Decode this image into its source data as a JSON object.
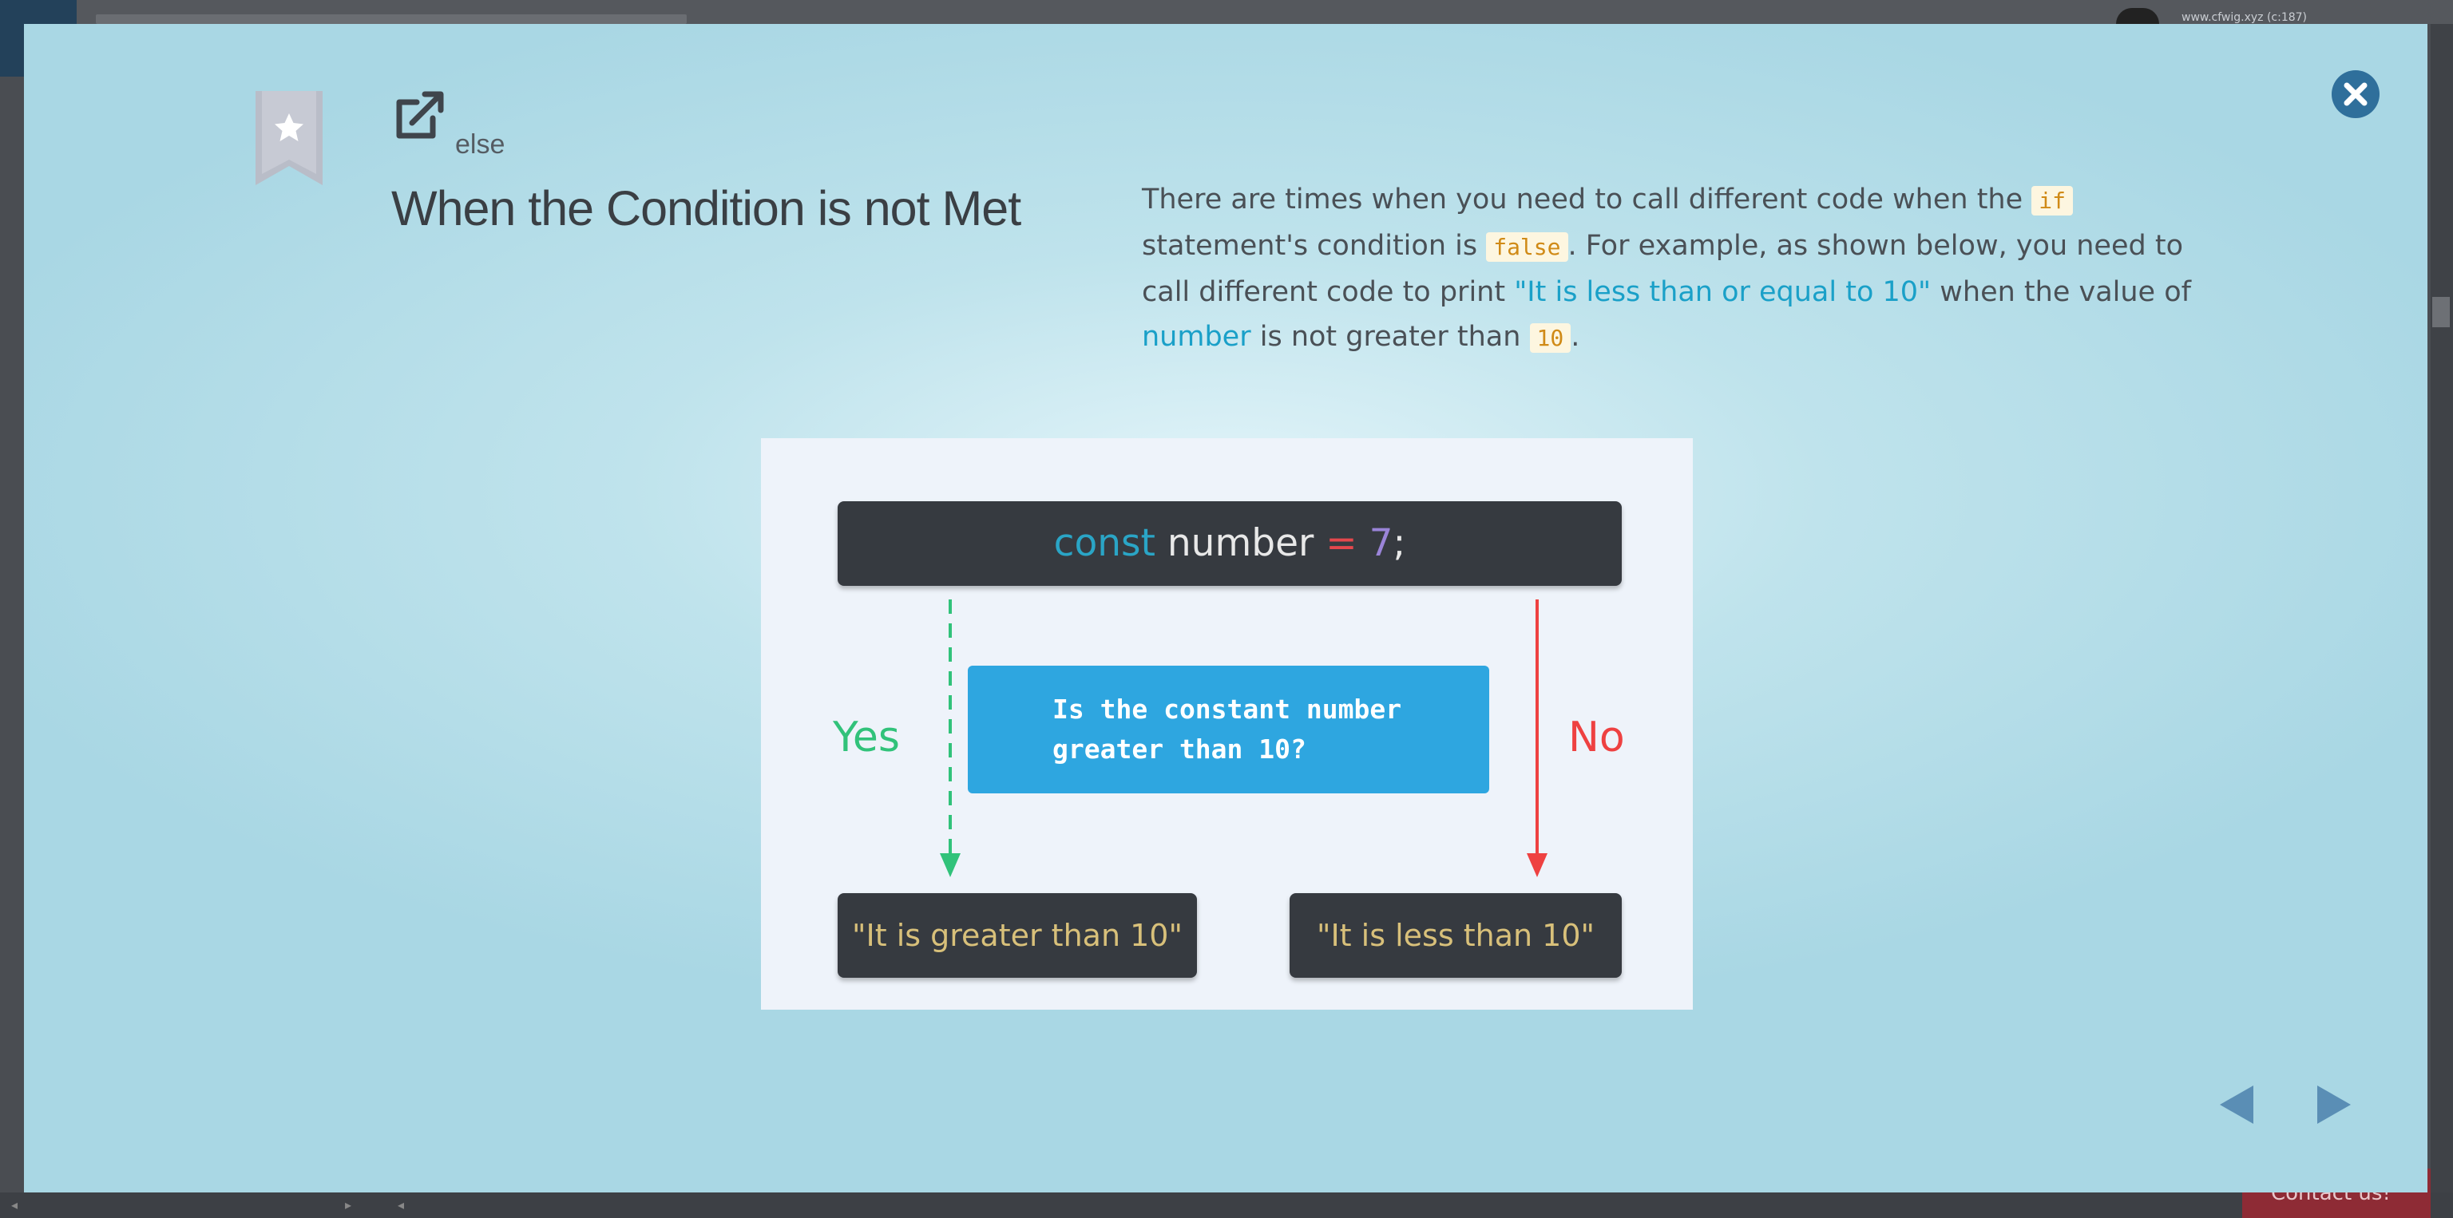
{
  "background": {
    "url_text": "www.cfwig.xyz (c:187)",
    "contact_label": "Contact us!"
  },
  "modal": {
    "kicker": "else",
    "title": "When the Condition is not Met",
    "description": {
      "p1": "There are times when you need to call different code when the ",
      "code_if": "if",
      "p2": " statement's condition is ",
      "code_false": "false",
      "p3": ". For example, as shown below, you need to call different code to print ",
      "string_hl": "\"It is less than or equal to 10\"",
      "p4": " when the value of ",
      "var_hl": "number",
      "p5": " is not greater than ",
      "code_10": "10",
      "p6": "."
    },
    "icons": {
      "bookmark": "bookmark-star-icon",
      "external": "external-link-icon",
      "close": "close-icon",
      "prev": "triangle-left-icon",
      "next": "triangle-right-icon"
    },
    "colors": {
      "accent": "#1aa0c8",
      "close": "#2f6f9b",
      "nav": "#5a8eb5"
    }
  },
  "diagram": {
    "code": {
      "keyword": "const",
      "name": "number",
      "op": "=",
      "value": "7",
      "semicolon": ";"
    },
    "question_line1": "Is the constant number",
    "question_line2": "greater than 10?",
    "yes_label": "Yes",
    "no_label": "No",
    "result_yes": "\"It is greater than 10\"",
    "result_no": "\"It is less than 10\"",
    "colors": {
      "yes": "#31c27a",
      "no": "#ee4141",
      "question_bg": "#2ea6e0",
      "code_bg": "#363a40"
    }
  }
}
